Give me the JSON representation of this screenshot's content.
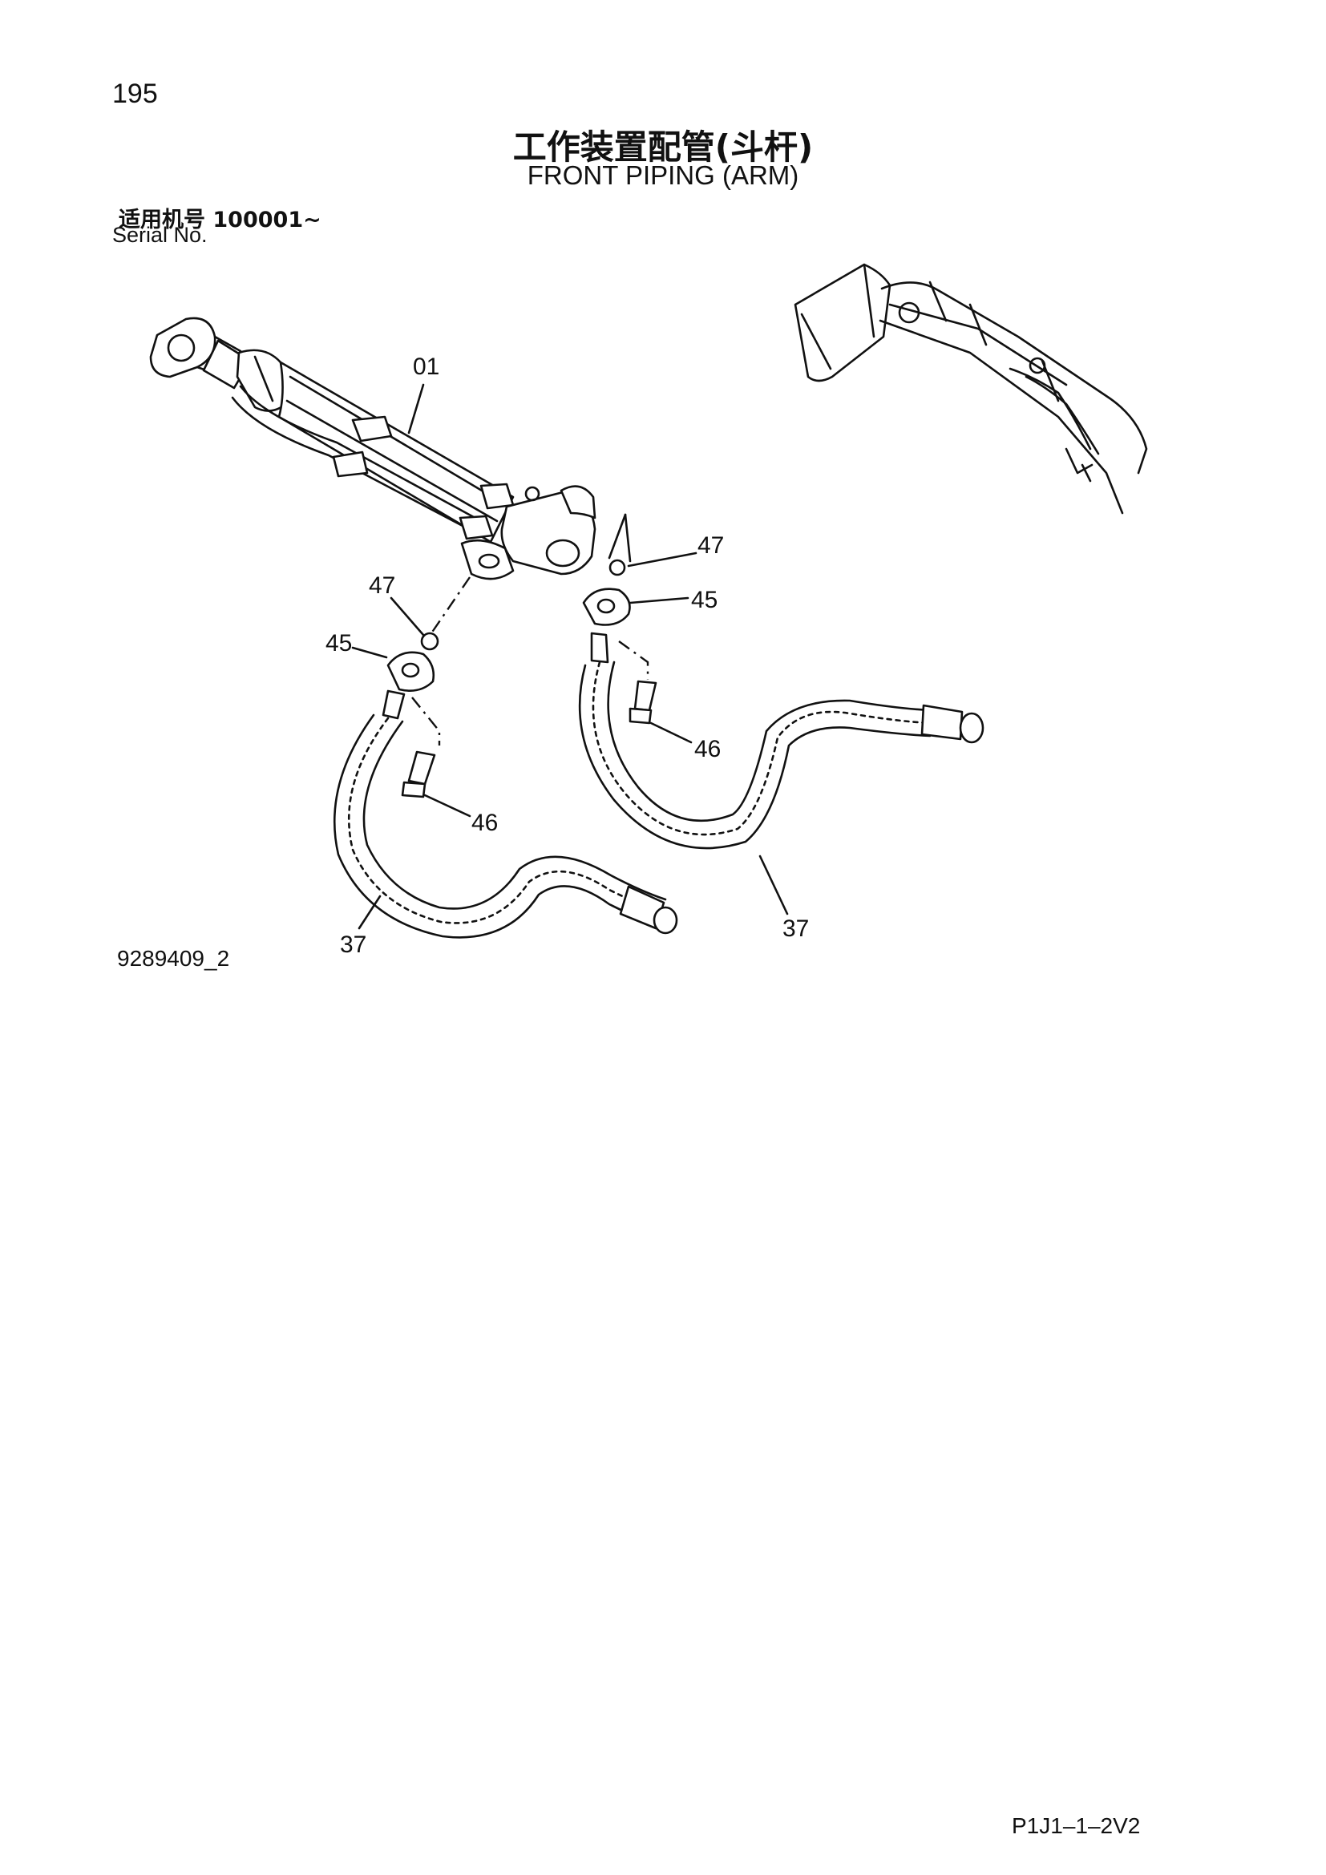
{
  "header": {
    "page_number": "195",
    "title_cn": "工作装置配管(斗杆)",
    "title_en": "FRONT PIPING (ARM)"
  },
  "serial": {
    "label_cn": "适用机号  100001~",
    "label_en": "Serial No."
  },
  "diagram": {
    "callouts": {
      "p01": "01",
      "p47a": "47",
      "p45a": "45",
      "p46a": "46",
      "p37a": "37",
      "p47b": "47",
      "p45b": "45",
      "p46b": "46",
      "p37b": "37"
    }
  },
  "footer": {
    "drawing_number": "9289409_2",
    "page_code": "P1J1–1–2V2"
  }
}
